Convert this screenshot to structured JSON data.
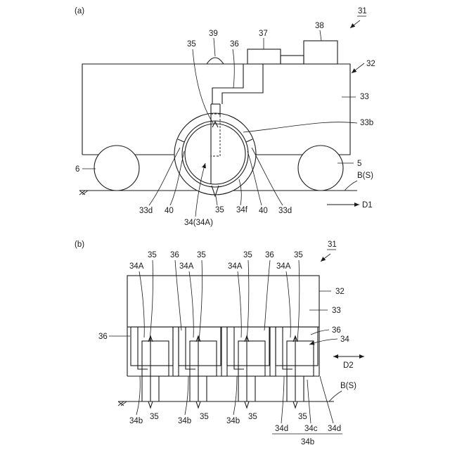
{
  "panel_a": {
    "panel_label": "(a)",
    "ref_device": "31",
    "ref_box_38": "38",
    "ref_box_37": "37",
    "ref_lamp": "39",
    "ref_blade_top": "35",
    "ref_pipe": "36",
    "ref_body": "32",
    "ref_inner": "33",
    "ref_recess": "33b",
    "ref_front_wheel": "5",
    "ref_rear_wheel": "6",
    "ref_ground": "B(S)",
    "ref_recess_left": "33d",
    "ref_shield_left": "40",
    "ref_disc": "34(34A)",
    "ref_blade_bottom": "35",
    "ref_disc_face": "34f",
    "ref_shield_right": "40",
    "ref_recess_right": "33d",
    "direction": "D1"
  },
  "panel_b": {
    "panel_label": "(b)",
    "ref_device": "31",
    "top_labels": [
      "35",
      "36",
      "35",
      "35",
      "36",
      "35"
    ],
    "disc_labels": [
      "34A",
      "34A",
      "34A",
      "34A"
    ],
    "ref_body": "32",
    "ref_inner": "33",
    "ref_pipe_left": "36",
    "ref_pipe_right": "36",
    "ref_disc": "34",
    "direction": "D2",
    "ref_ground": "B(S)",
    "bottom_blade_labels": [
      "35",
      "35",
      "35",
      "35"
    ],
    "bottom_34b": [
      "34b",
      "34b",
      "34b"
    ],
    "ref_34d_left": "34d",
    "ref_34c": "34c",
    "ref_34d_right": "34d",
    "ref_34b_group": "34b"
  }
}
